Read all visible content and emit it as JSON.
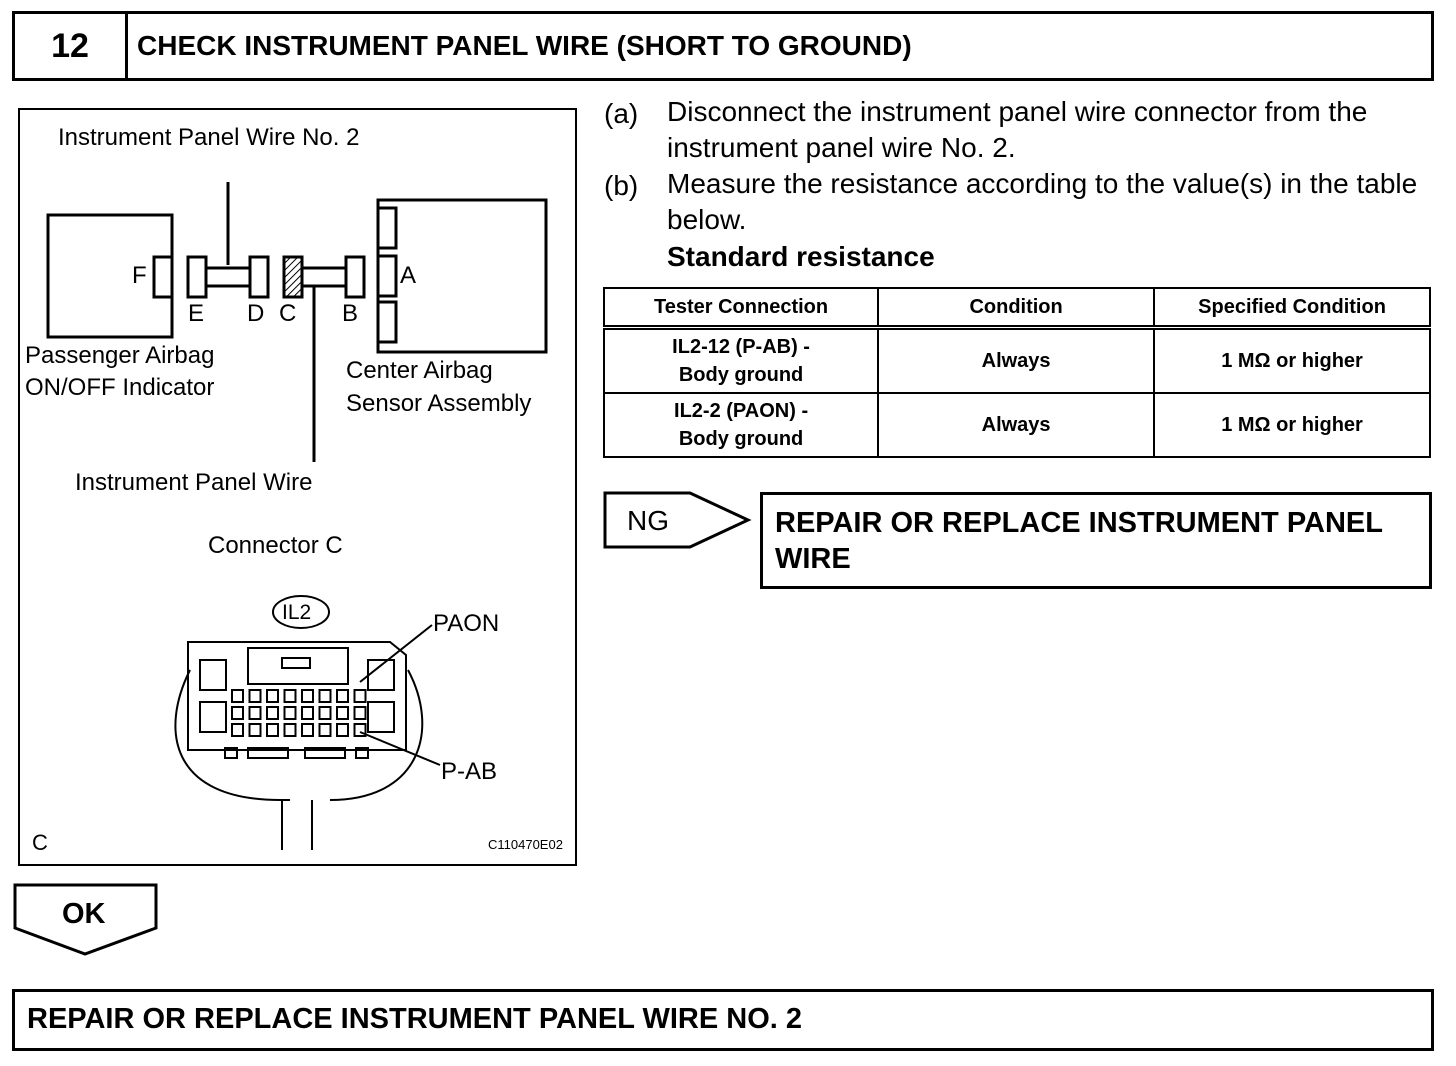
{
  "header": {
    "step_number": "12",
    "title": "CHECK INSTRUMENT PANEL WIRE (SHORT TO GROUND)"
  },
  "figure": {
    "label_ip_wire_no2": "Instrument Panel Wire No. 2",
    "label_f": "F",
    "label_e": "E",
    "label_d": "D",
    "label_c": "C",
    "label_b": "B",
    "label_a": "A",
    "label_passenger_1": "Passenger Airbag",
    "label_passenger_2": "ON/OFF Indicator",
    "label_center_1": "Center Airbag",
    "label_center_2": "Sensor Assembly",
    "label_ip_wire": "Instrument Panel Wire",
    "label_connector": "Connector C",
    "label_il2": "IL2",
    "label_paon": "PAON",
    "label_pab": "P-AB",
    "corner_label": "C",
    "figure_code": "C110470E02"
  },
  "steps": [
    {
      "letter": "(a)",
      "text": "Disconnect the instrument panel wire connector from the instrument panel wire No. 2."
    },
    {
      "letter": "(b)",
      "text": "Measure the resistance according to the value(s) in the table below."
    }
  ],
  "standard_label": "Standard resistance",
  "table": {
    "headers": [
      "Tester Connection",
      "Condition",
      "Specified Condition"
    ],
    "rows": [
      {
        "c1a": "IL2-12 (P-AB) -",
        "c1b": "Body ground",
        "c2": "Always",
        "c3": "1 MΩ or higher"
      },
      {
        "c1a": "IL2-2 (PAON) -",
        "c1b": "Body ground",
        "c2": "Always",
        "c3": "1 MΩ or higher"
      }
    ]
  },
  "ng": {
    "label": "NG",
    "result": "REPAIR OR REPLACE INSTRUMENT PANEL WIRE"
  },
  "ok": {
    "label": "OK"
  },
  "final_result": "REPAIR OR REPLACE INSTRUMENT PANEL WIRE NO. 2"
}
